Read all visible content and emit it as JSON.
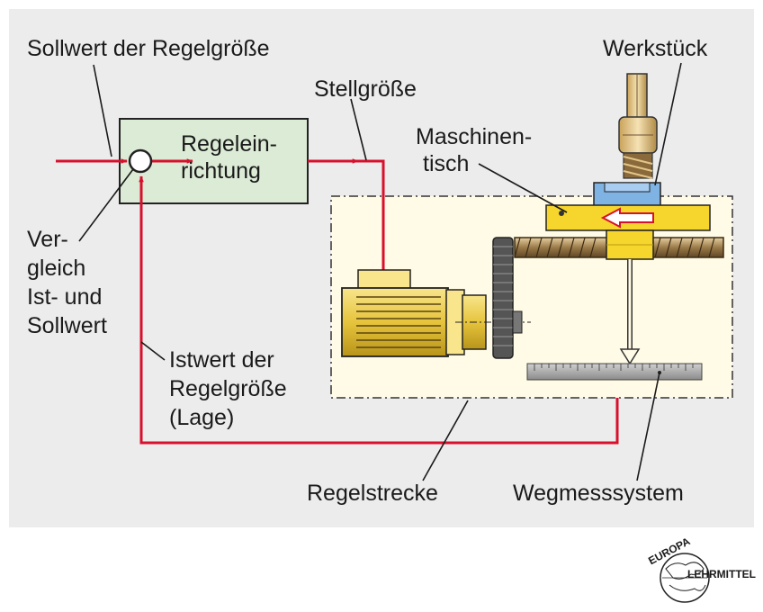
{
  "labels": {
    "sollwert": "Sollwert der Regelgröße",
    "stellgroesse": "Stellgröße",
    "werkstueck": "Werkstück",
    "regeleinrichtung_1": "Regelein-",
    "regeleinrichtung_2": "richtung",
    "maschinentisch_1": "Maschinen-",
    "maschinentisch_2": "tisch",
    "vergleich_1": "Ver-",
    "vergleich_2": "gleich",
    "vergleich_3": "Ist- und",
    "vergleich_4": "Sollwert",
    "istwert_1": "Istwert der",
    "istwert_2": "Regelgröße",
    "istwert_3": "(Lage)",
    "regelstrecke": "Regelstrecke",
    "wegmesssystem": "Wegmesssystem"
  },
  "logo": {
    "top": "EUROPA",
    "bottom": "LEHRMITTEL"
  },
  "colors": {
    "panel": "#ececec",
    "signal": "#d8102c",
    "controller_fill": "#dcebd6",
    "process_fill": "#fffbe6",
    "table": "#f6d52c",
    "workpiece": "#7fb3e4",
    "scale": "#b8b8b8"
  }
}
